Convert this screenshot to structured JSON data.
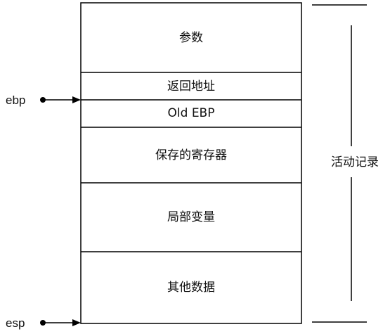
{
  "stack": {
    "cells": [
      {
        "label": "参数"
      },
      {
        "label": "返回地址"
      },
      {
        "label": "Old EBP"
      },
      {
        "label": "保存的寄存器"
      },
      {
        "label": "局部变量"
      },
      {
        "label": "其他数据"
      }
    ]
  },
  "pointers": {
    "ebp": {
      "label": "ebp"
    },
    "esp": {
      "label": "esp"
    }
  },
  "bracket": {
    "label": "活动记录"
  }
}
